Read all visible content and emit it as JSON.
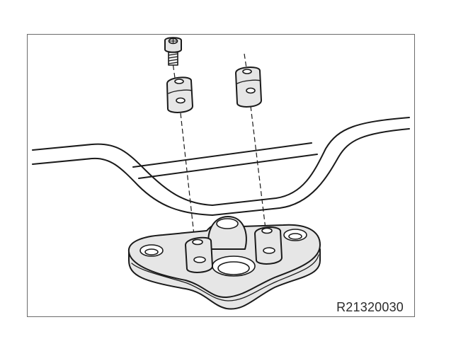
{
  "reference_code": "R21320030",
  "parts": [
    "handlebar",
    "clamp-cap-left",
    "clamp-cap-right",
    "clamp-bolt",
    "handlebar-riser-base"
  ]
}
